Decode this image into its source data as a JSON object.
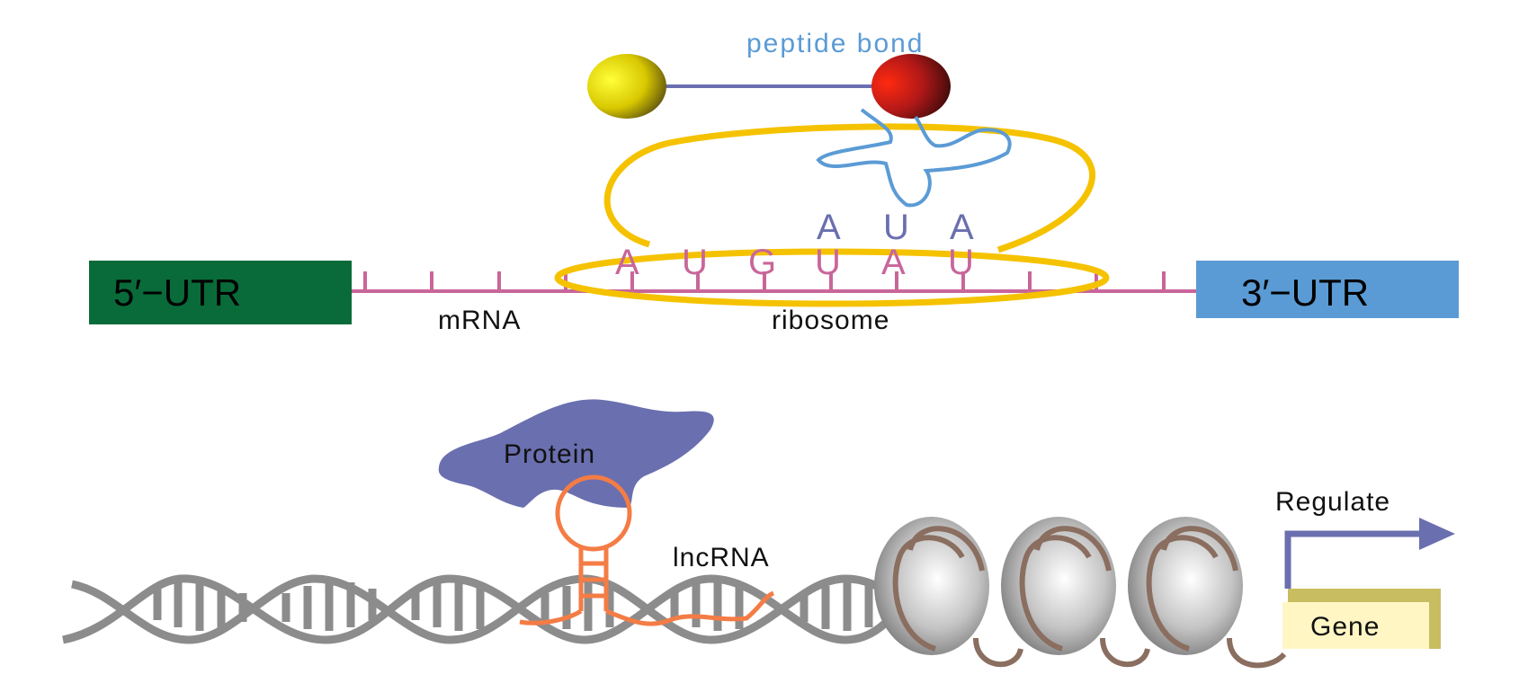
{
  "colors": {
    "utr5": "#0a6b3a",
    "utr3": "#5b9bd5",
    "mrna": "#c8669a",
    "ribosome": "#f5c200",
    "trna": "#5b9bd5",
    "peptide_bond_label": "#5b9bd5",
    "anticodon": "#6a6faf",
    "protein": "#6a6faf",
    "lncrna": "#f47c45",
    "dna": "#8c8c8c",
    "arrow": "#6a6faf",
    "gene_box": "#fff6c4",
    "gene_border": "#c8bd60",
    "histone_wrap": "#8a6e60"
  },
  "translation": {
    "peptide_bond_label": "peptide bond",
    "utr5_label": "5′−UTR",
    "utr3_label": "3′−UTR",
    "mrna_label": "mRNA",
    "ribosome_label": "ribosome",
    "codons": [
      "A",
      "U",
      "G",
      "U",
      "A",
      "U"
    ],
    "anticodons": [
      "A",
      "U",
      "A"
    ]
  },
  "regulation": {
    "protein_label": "Protein",
    "lncrna_label": "lncRNA",
    "regulate_label": "Regulate",
    "gene_label": "Gene"
  }
}
